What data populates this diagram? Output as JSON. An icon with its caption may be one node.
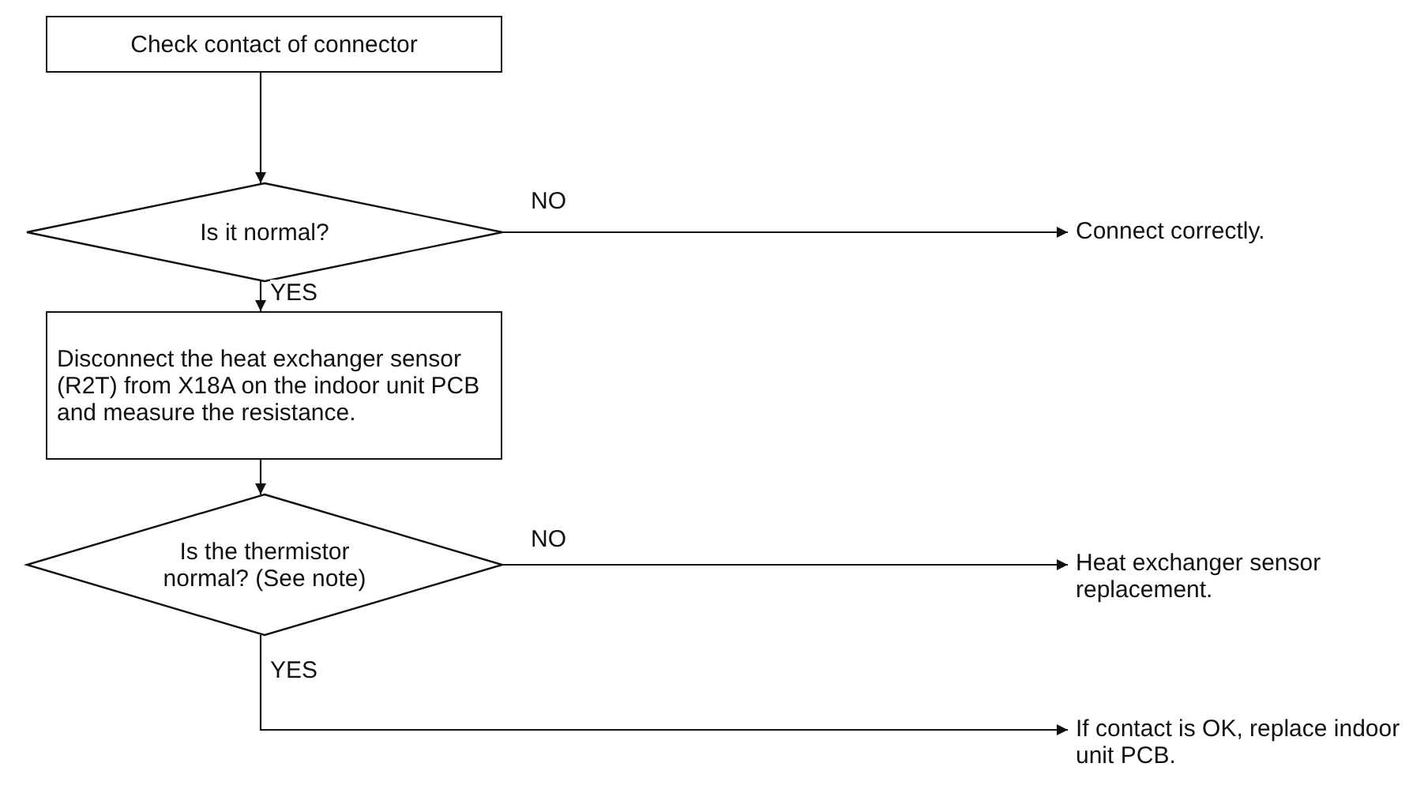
{
  "diagram": {
    "nodes": [
      {
        "text": [
          "Check contact of connector"
        ]
      },
      {
        "text": [
          "Is it normal?"
        ]
      },
      {
        "text": [
          "Connect correctly."
        ]
      },
      {
        "text": [
          "Disconnect the heat exchanger sensor (R2T) from X18A on the indoor unit PCB and measure the resistance."
        ]
      },
      {
        "text": [
          "Is the thermistor normal? (See note)"
        ]
      },
      {
        "text": [
          "Heat exchanger sensor replacement."
        ]
      },
      {
        "text": [
          "If contact is OK, replace indoor unit PCB."
        ]
      }
    ],
    "edges": [
      {
        "from": 0,
        "to": 1,
        "arrow": "to"
      },
      {
        "from": 1,
        "to": 2,
        "arrow": "to",
        "label": "NO"
      },
      {
        "from": 1,
        "to": 3,
        "arrow": "to",
        "label": "YES"
      },
      {
        "from": 3,
        "to": 4,
        "arrow": "to"
      },
      {
        "from": 4,
        "to": 5,
        "arrow": "to",
        "label": "NO"
      },
      {
        "from": 4,
        "to": 6,
        "arrow": "to",
        "label": "YES"
      }
    ]
  }
}
